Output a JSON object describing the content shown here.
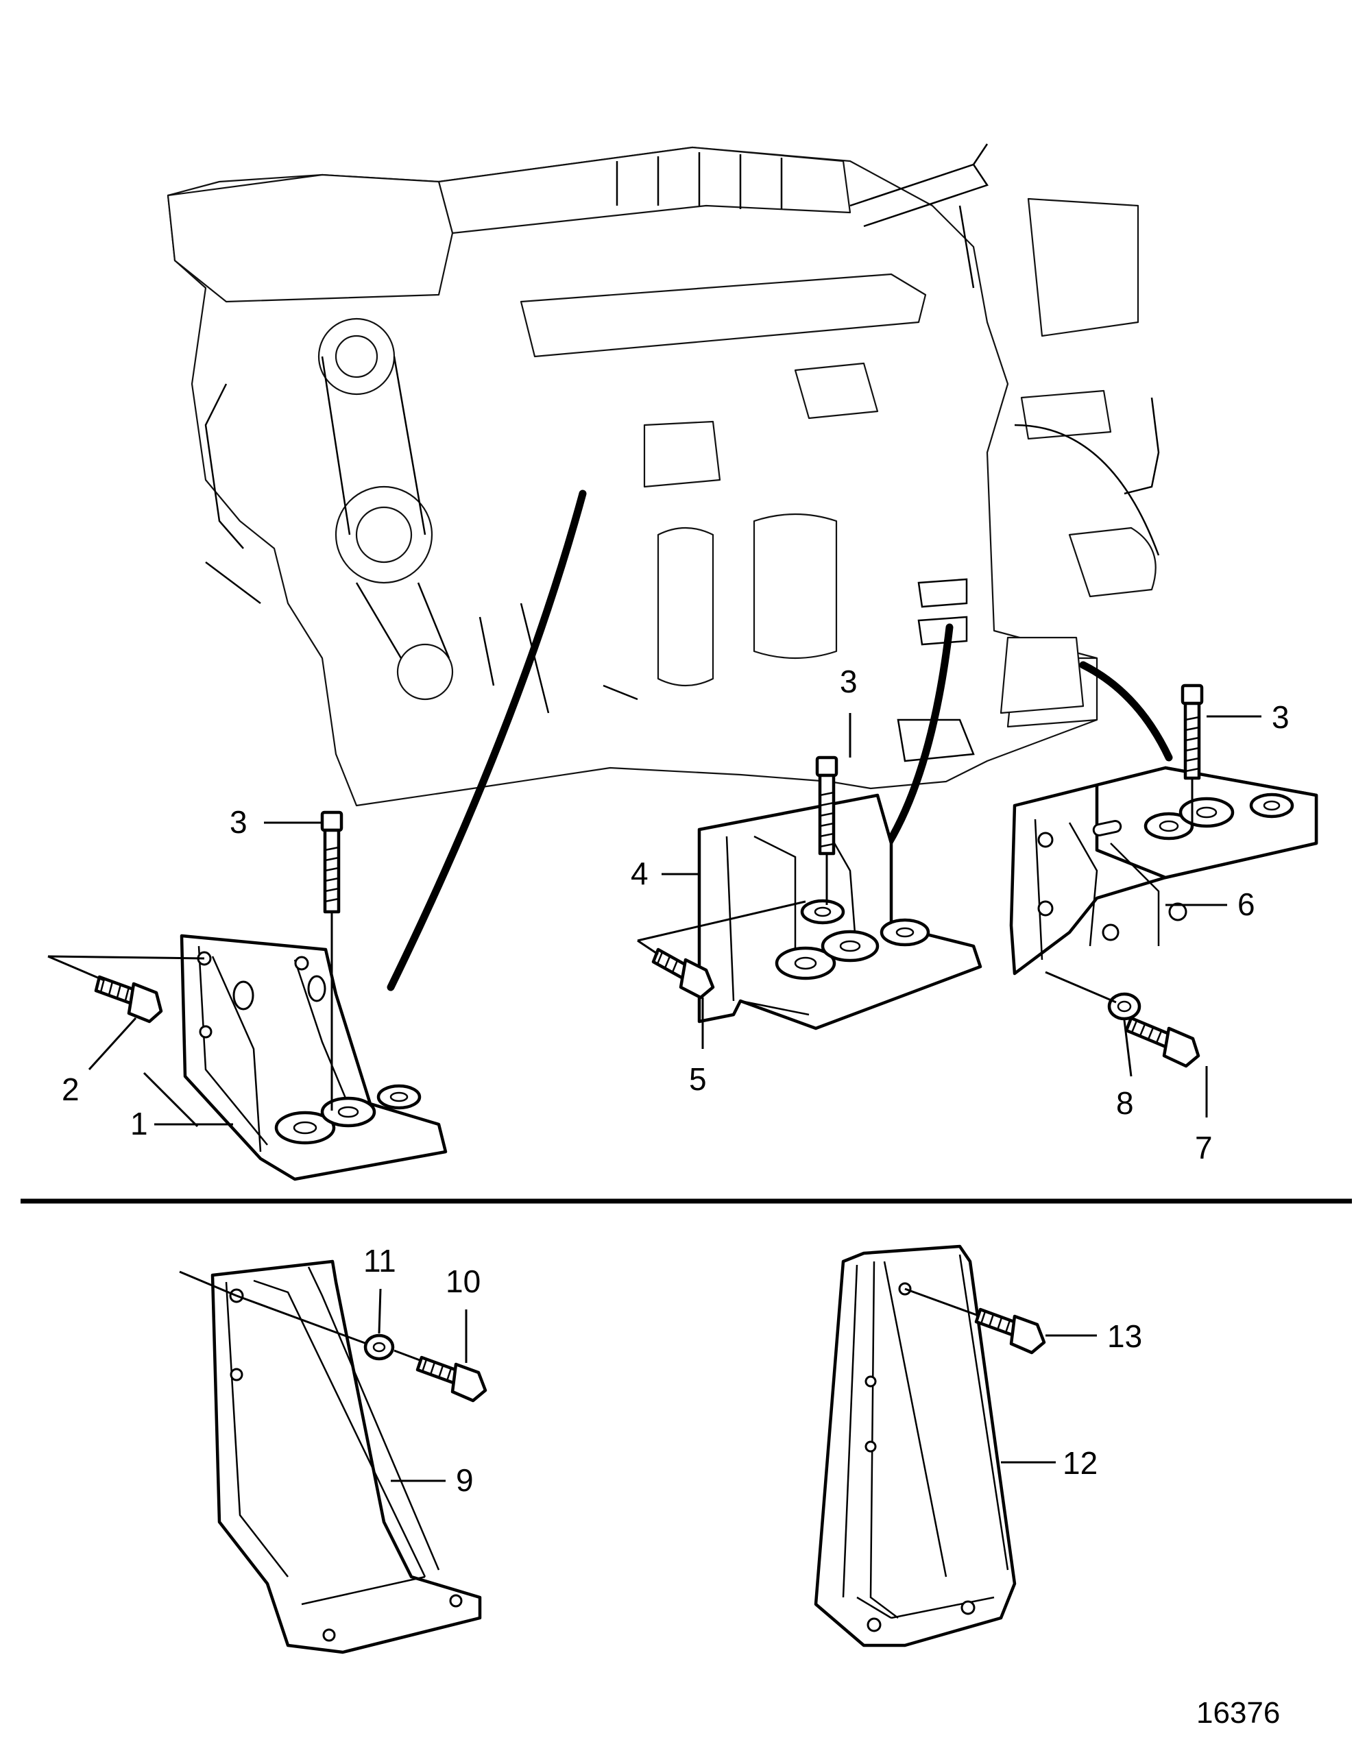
{
  "callouts": [
    {
      "id": "1",
      "text": "1"
    },
    {
      "id": "2",
      "text": "2"
    },
    {
      "id": "3a",
      "text": "3"
    },
    {
      "id": "3b",
      "text": "3"
    },
    {
      "id": "3c",
      "text": "3"
    },
    {
      "id": "4",
      "text": "4"
    },
    {
      "id": "5",
      "text": "5"
    },
    {
      "id": "6",
      "text": "6"
    },
    {
      "id": "7",
      "text": "7"
    },
    {
      "id": "8",
      "text": "8"
    },
    {
      "id": "9",
      "text": "9"
    },
    {
      "id": "10",
      "text": "10"
    },
    {
      "id": "11",
      "text": "11"
    },
    {
      "id": "12",
      "text": "12"
    },
    {
      "id": "13",
      "text": "13"
    }
  ],
  "figure_number": "16376"
}
